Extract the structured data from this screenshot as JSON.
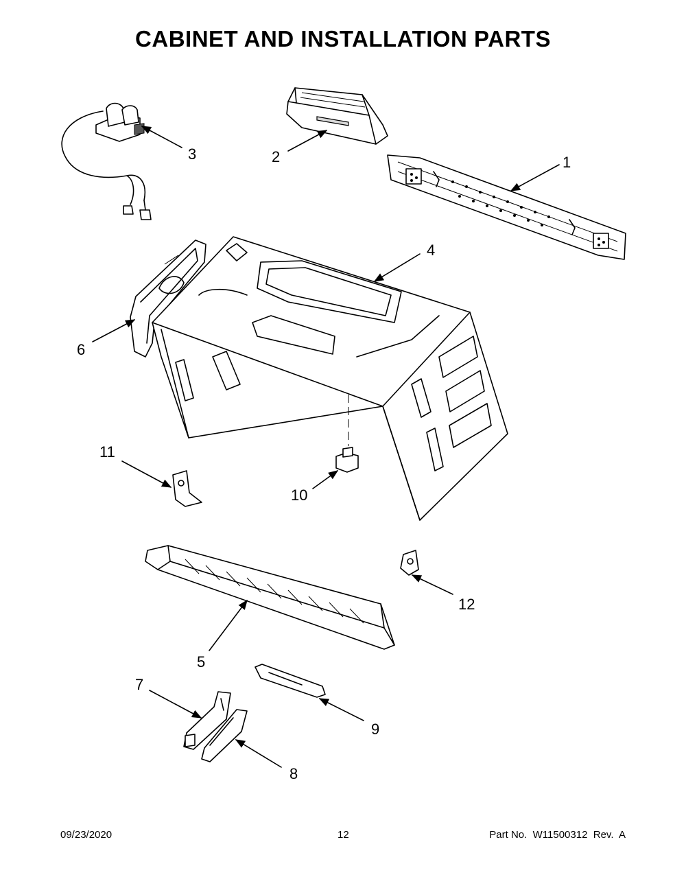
{
  "page": {
    "title": "CABINET AND INSTALLATION PARTS"
  },
  "callouts": {
    "c1": "1",
    "c2": "2",
    "c3": "3",
    "c4": "4",
    "c5": "5",
    "c6": "6",
    "c7": "7",
    "c8": "8",
    "c9": "9",
    "c10": "10",
    "c11": "11",
    "c12": "12"
  },
  "footer": {
    "date": "09/23/2020",
    "page_number": "12",
    "part_number": "Part No.  W11500312  Rev.  A"
  }
}
